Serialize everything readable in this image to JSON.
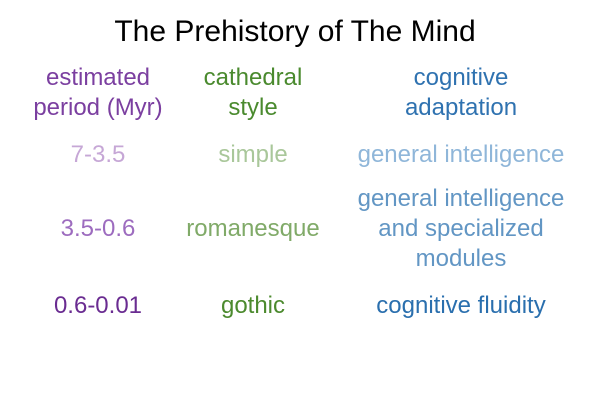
{
  "title": "The Prehistory of The Mind",
  "headers": {
    "period": "estimated\nperiod (Myr)",
    "style": "cathedral\nstyle",
    "adaptation": "cognitive\nadaptation"
  },
  "rows": [
    {
      "period": "7-3.5",
      "style": "simple",
      "adaptation": "general intelligence"
    },
    {
      "period": "3.5-0.6",
      "style": "romanesque",
      "adaptation": "general intelligence\nand specialized\nmodules"
    },
    {
      "period": "0.6-0.01",
      "style": "gothic",
      "adaptation": "cognitive fluidity"
    }
  ],
  "colors": {
    "title": "#000000",
    "period": [
      "#7b3fa0",
      "#c6a7d6",
      "#9d6cbf",
      "#6a2c91"
    ],
    "style": [
      "#4a8a2e",
      "#a9c79a",
      "#80aa68",
      "#4c8a2e"
    ],
    "adaptation": [
      "#2f72b0",
      "#8fb6d9",
      "#6296c4",
      "#2a6fae"
    ]
  }
}
